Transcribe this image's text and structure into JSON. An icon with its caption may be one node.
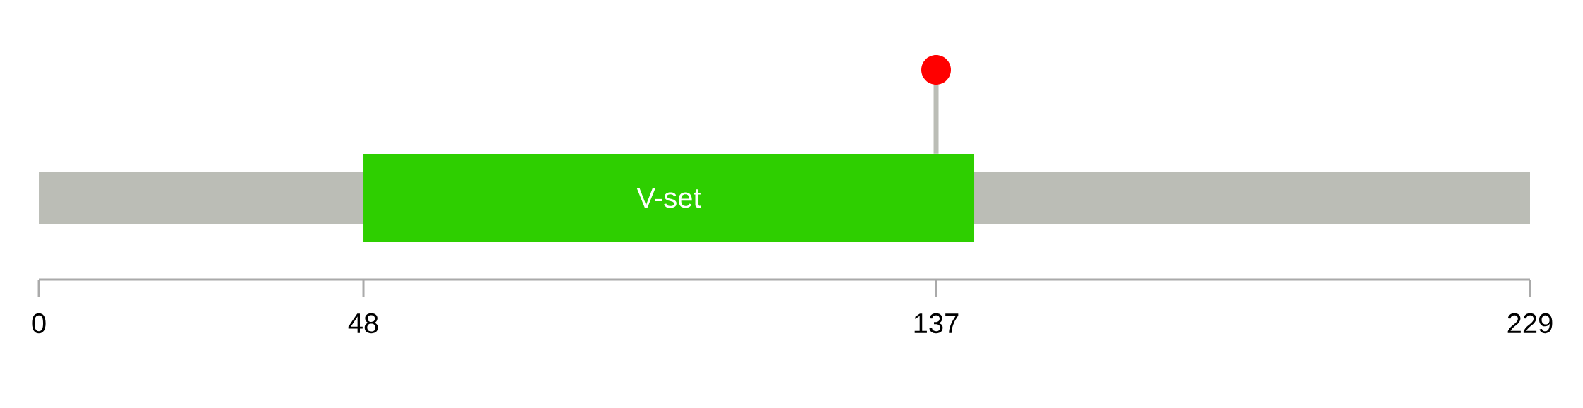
{
  "diagram": {
    "nodes": [
      {
        "text": [],
        "shape": "bar"
      },
      {
        "text": [
          "V-set"
        ]
      },
      {
        "text": [],
        "shape": "circle"
      }
    ],
    "edges": [
      {
        "from": 2,
        "to": 1,
        "arrow": "none"
      }
    ],
    "labels": [
      "0",
      "48",
      "137",
      "229"
    ]
  }
}
